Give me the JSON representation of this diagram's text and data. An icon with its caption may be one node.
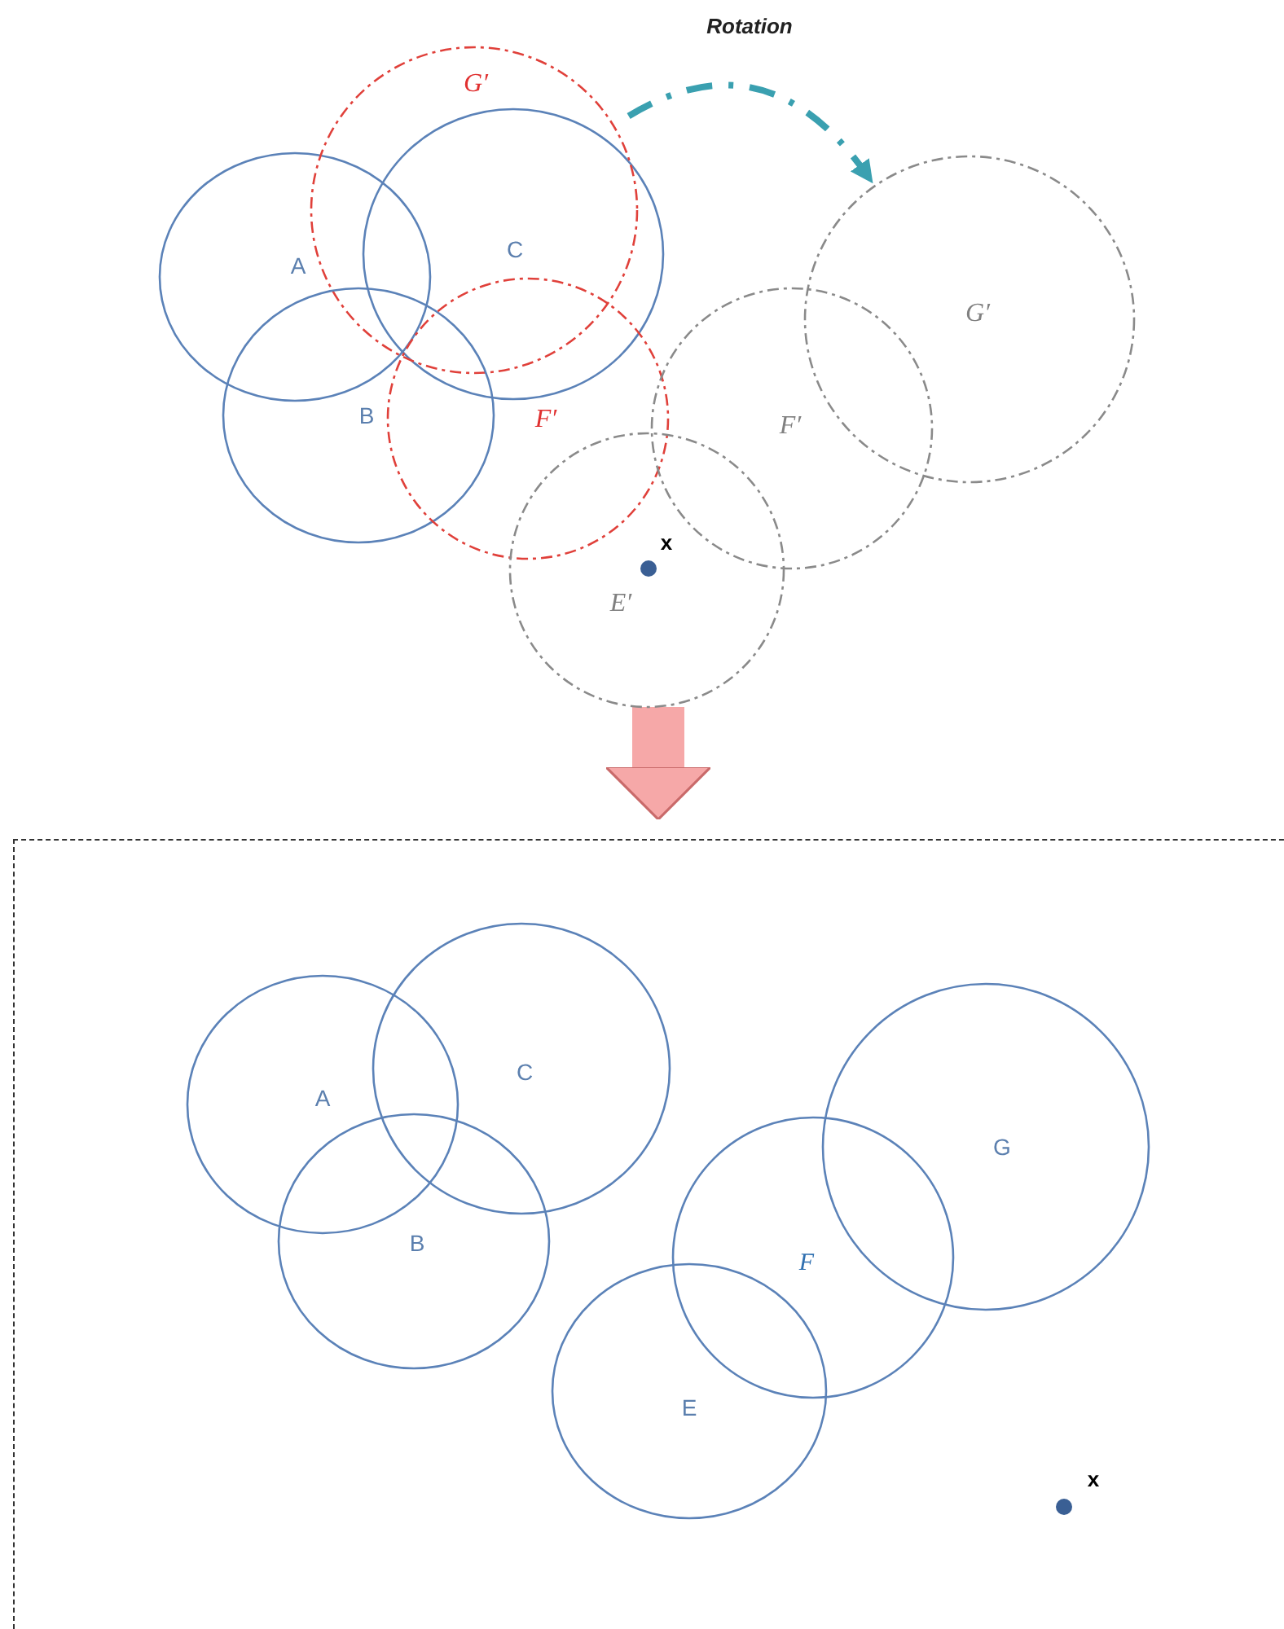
{
  "diagram": {
    "nodes": [
      {
        "text": [
          "A"
        ]
      },
      {
        "text": [
          "C"
        ]
      },
      {
        "text": [
          "G′"
        ]
      },
      {
        "text": [
          "B"
        ]
      },
      {
        "text": [
          "F′"
        ]
      },
      {
        "text": [
          "G′"
        ]
      },
      {
        "text": [
          "F′"
        ]
      },
      {
        "text": [
          "E′"
        ]
      },
      {
        "text": [],
        "shape": "box"
      },
      {
        "text": [
          "A"
        ],
        "in": 8
      },
      {
        "text": [
          "C"
        ],
        "in": 8
      },
      {
        "text": [
          "B"
        ],
        "in": 8
      },
      {
        "text": [
          "G"
        ],
        "in": 8
      },
      {
        "text": [
          "F"
        ],
        "in": 8
      },
      {
        "text": [
          "E"
        ],
        "in": 8
      }
    ],
    "edges": [
      {
        "from": 2,
        "to": 5,
        "arrow": "to",
        "label": "Rotation",
        "style": "dashed",
        "color": "#3aa0b0"
      },
      {
        "from": 7,
        "to": 8,
        "arrow": "to",
        "style": "thick",
        "color": "#f6a8a8"
      }
    ],
    "labels": [
      "x",
      "x"
    ]
  }
}
